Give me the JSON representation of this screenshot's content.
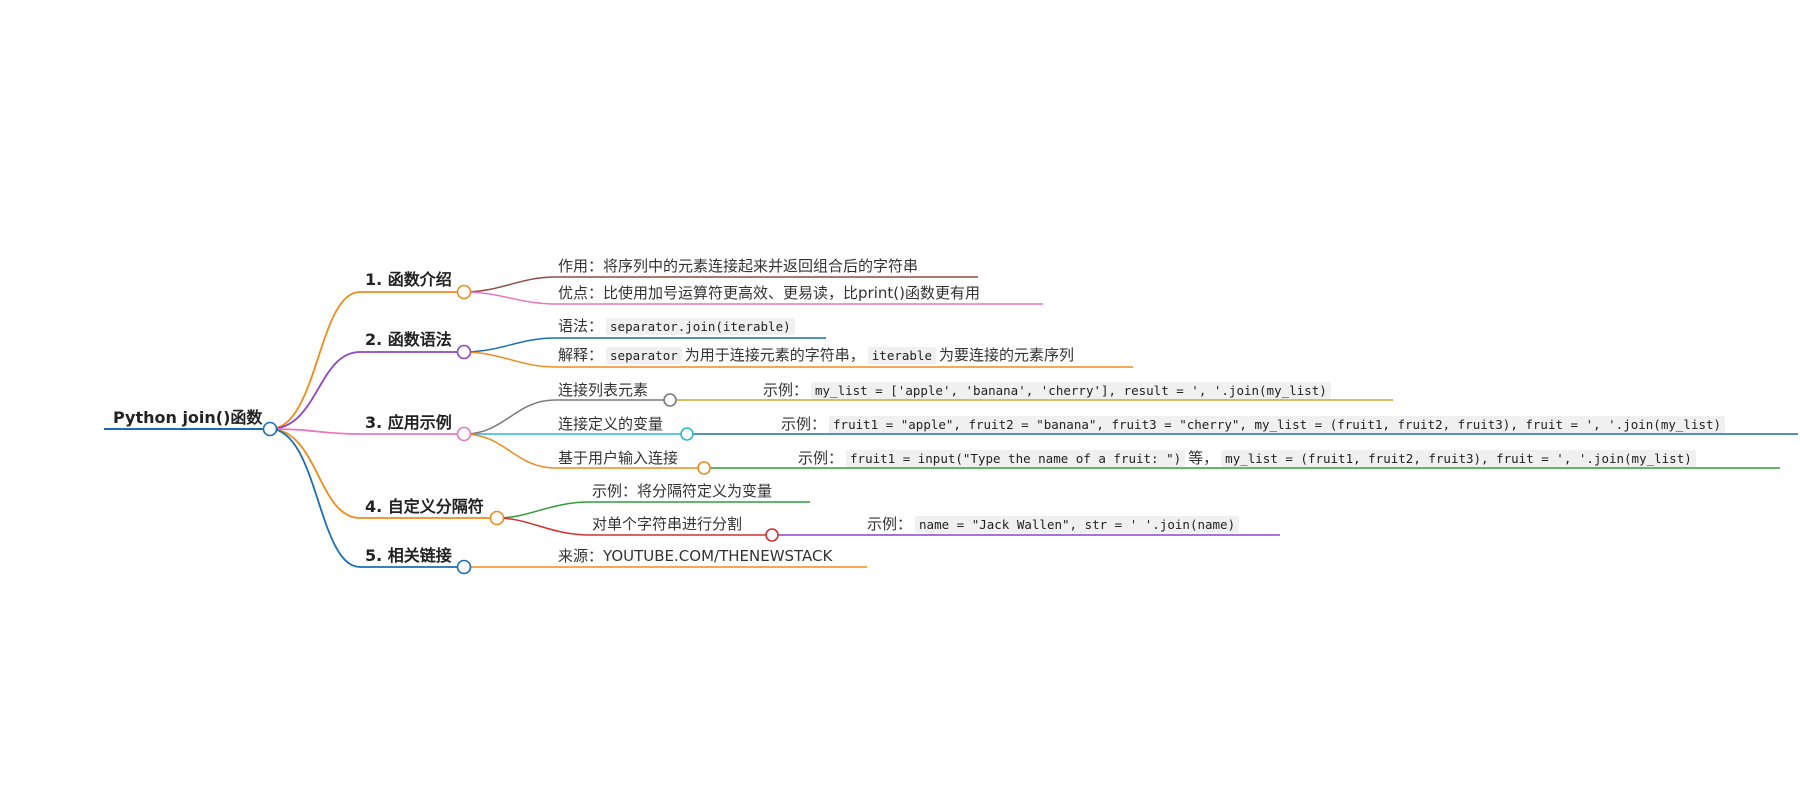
{
  "root": {
    "label": "Python join()函数"
  },
  "branches": [
    {
      "label": "1. 函数介绍"
    },
    {
      "label": "2. 函数语法"
    },
    {
      "label": "3. 应用示例"
    },
    {
      "label": "4. 自定义分隔符"
    },
    {
      "label": "5. 相关链接"
    }
  ],
  "intro": {
    "purpose": "作用：将序列中的元素连接起来并返回组合后的字符串",
    "advantage": "优点：比使用加号运算符更高效、更易读，比print()函数更有用"
  },
  "syntax": {
    "prefix": "语法：",
    "code": "separator.join(iterable)",
    "explain_prefix": "解释：",
    "code_sep": "separator",
    "sep_text": "为用于连接元素的字符串，",
    "code_iter": "iterable",
    "iter_text": "为要连接的元素序列"
  },
  "examples": {
    "list_join": {
      "label": "连接列表元素",
      "example_prefix": "示例：",
      "code": "my_list = ['apple', 'banana', 'cherry'], result = ', '.join(my_list)"
    },
    "var_join": {
      "label": "连接定义的变量",
      "example_prefix": "示例：",
      "code": "fruit1 = \"apple\", fruit2 = \"banana\", fruit3 = \"cherry\", my_list = (fruit1, fruit2, fruit3), fruit = ', '.join(my_list)"
    },
    "input_join": {
      "label": "基于用户输入连接",
      "example_prefix": "示例：",
      "code1": "fruit1 = input(\"Type the name of a fruit: \")",
      "mid": "等，",
      "code2": "my_list = (fruit1, fruit2, fruit3), fruit = ', '.join(my_list)"
    }
  },
  "custom": {
    "example": "示例：将分隔符定义为变量",
    "split_label": "对单个字符串进行分割",
    "split_example_prefix": "示例：",
    "split_code": "name = \"Jack Wallen\", str = ' '.join(name)"
  },
  "links": {
    "source": "来源：YOUTUBE.COM/THENEWSTACK"
  },
  "colors": {
    "root": "#1a6fb3",
    "b1": "#f08a1c",
    "b2": "#8e44c4",
    "b3": "#e877c0",
    "b4": "#f08a1c",
    "b5": "#1a6fb3",
    "intro_purpose": "#8b4d3e",
    "intro_adv": "#e877c0",
    "syntax_line": "#1a6fb3",
    "explain_line": "#f08a1c",
    "list_line": "#7a7a7a",
    "list_example": "#c8a82a",
    "var_line": "#2bb7d6",
    "var_example": "#1a6fb3",
    "input_line": "#f08a1c",
    "input_example": "#2e9e3a",
    "custom_example": "#2e9e3a",
    "split_line": "#d03030",
    "split_example": "#8e44c4",
    "source_line": "#f08a1c"
  }
}
